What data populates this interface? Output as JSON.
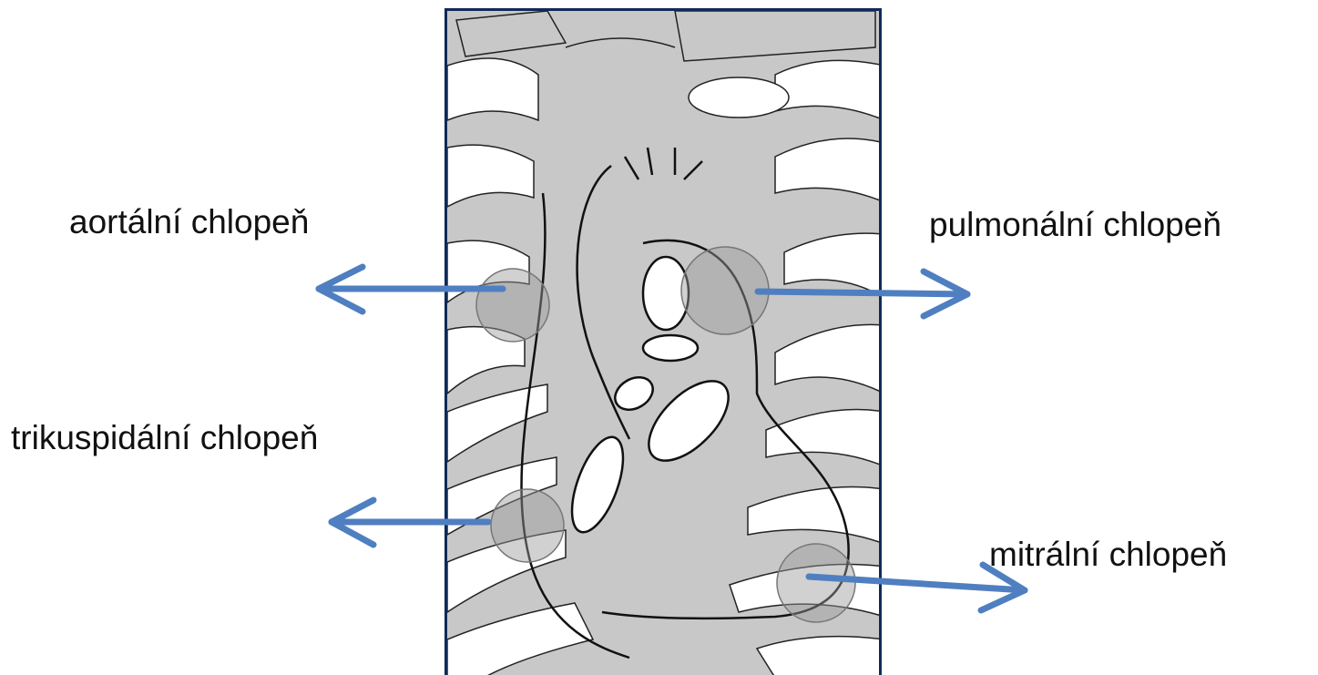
{
  "labels": {
    "aortic": "aortální chlopeň",
    "pulmonic": "pulmonální chlopeň",
    "tricuspid": "trikuspidální chlopeň",
    "mitral": "mitrální chlopeň"
  },
  "colors": {
    "arrow": "#4f7fc0",
    "panel_border": "#0f2a5a",
    "bone": "#c8c8c8",
    "outline": "#111111",
    "marker": "#9a9a9a"
  },
  "icons": {
    "illustration": "chest-ribcage-heart-illustration",
    "marker": "circle-marker",
    "arrow": "arrow-icon"
  }
}
